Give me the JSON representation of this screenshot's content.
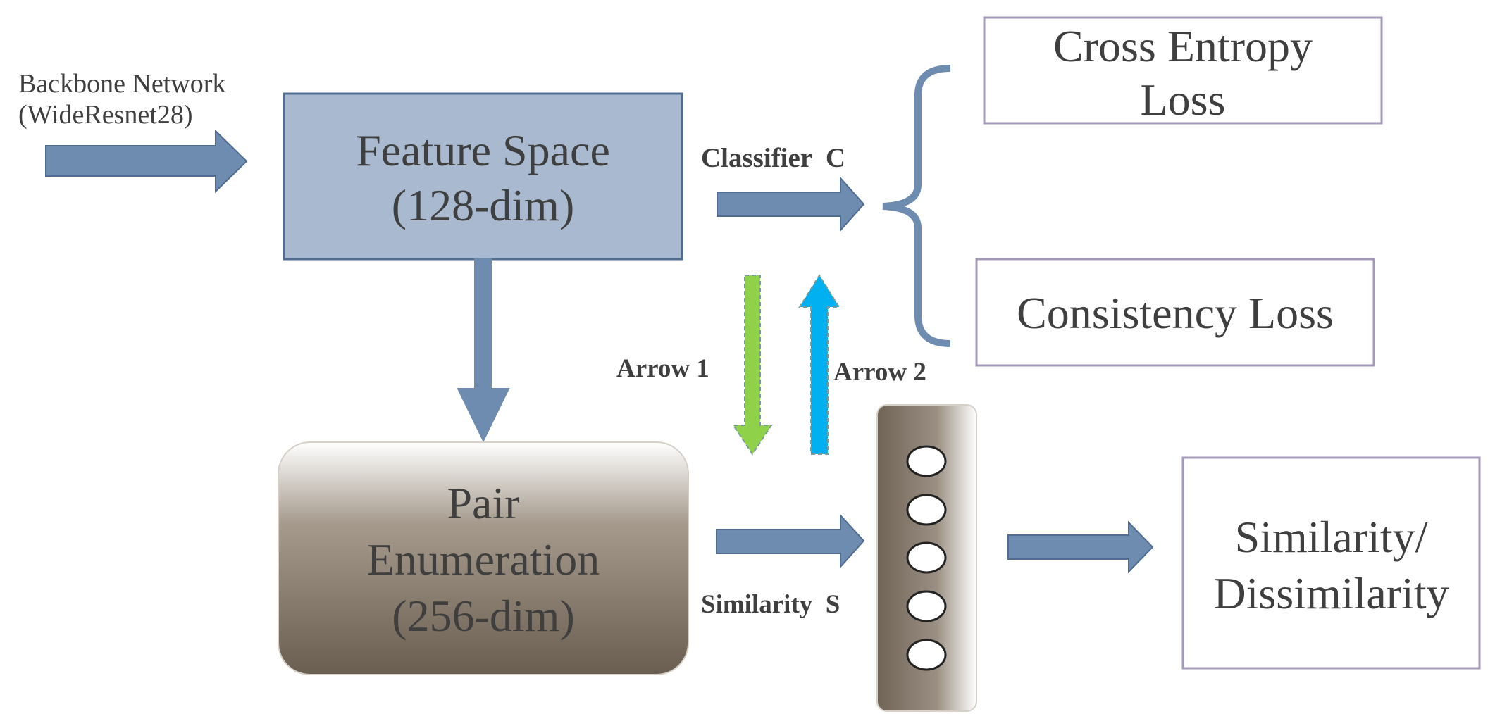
{
  "backbone": {
    "line1": "Backbone Network",
    "line2": "(WideResnet28)"
  },
  "feature_space": {
    "line1": "Feature Space",
    "line2": "(128-dim)"
  },
  "pair_enum": {
    "line1": "Pair",
    "line2": "Enumeration",
    "line3": "(256-dim)"
  },
  "classifier_label": "Classifier  C",
  "similarity_label": "Similarity  S",
  "arrow1_label": "Arrow 1",
  "arrow2_label": "Arrow 2",
  "cross_entropy": {
    "line1": "Cross Entropy",
    "line2": "Loss"
  },
  "consistency": "Consistency Loss",
  "output": {
    "line1": "Similarity/",
    "line2": "Dissimilarity"
  },
  "colors": {
    "arrow": "#6e8bb0",
    "arrow_stroke": "#4f6c93",
    "feature_fill": "#a9bad0",
    "arrow1": "#8fd148",
    "arrow2": "#00b0f0",
    "outline": "#a49ab8"
  }
}
